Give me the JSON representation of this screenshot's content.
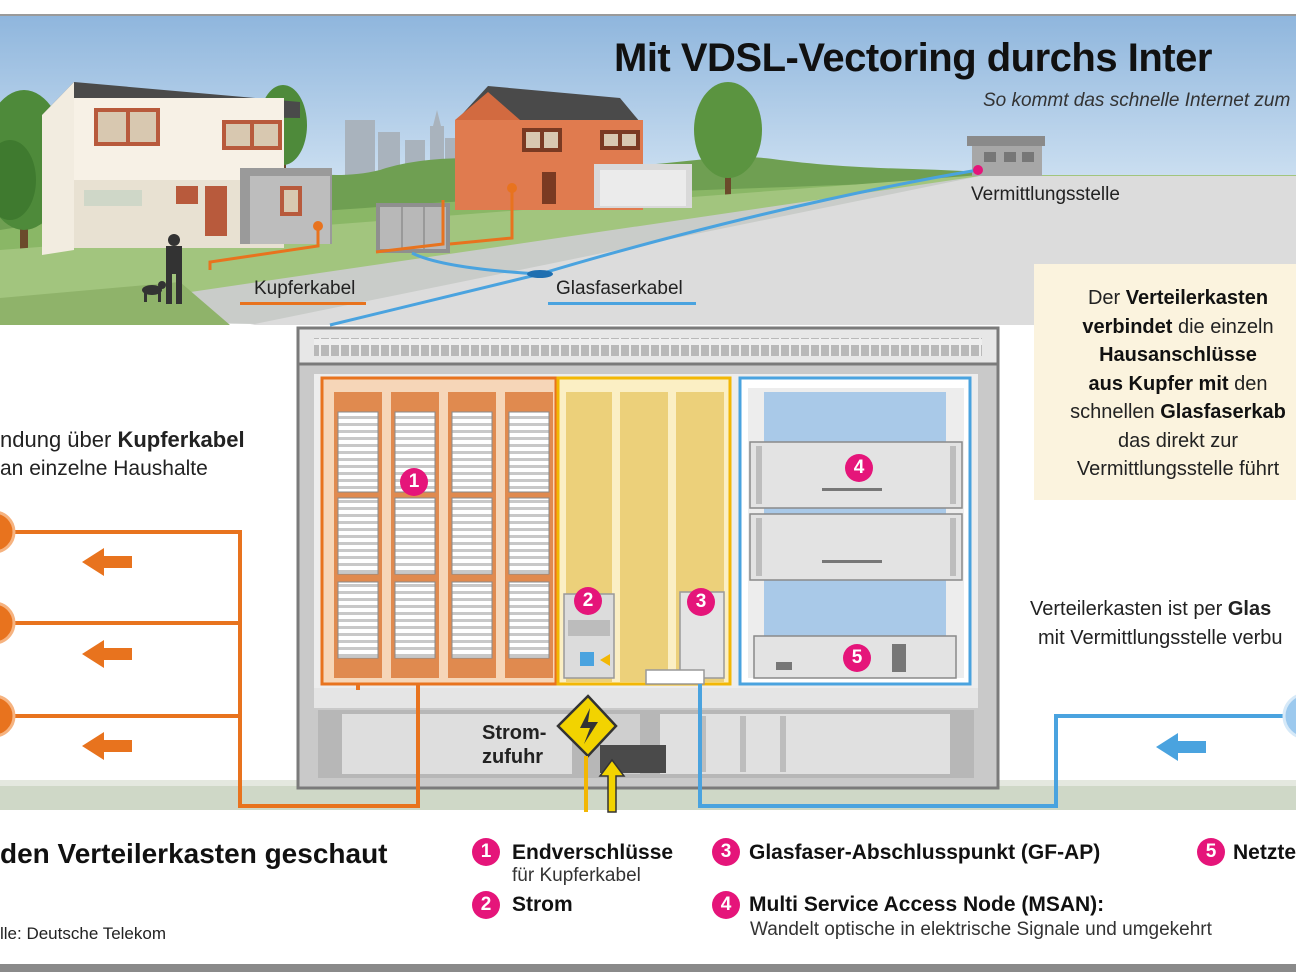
{
  "title": "Mit VDSL-Vectoring durchs Inter",
  "subtitle": "So kommt das schnelle Internet zum",
  "labels": {
    "vermittlungsstelle": "Vermittlungsstelle",
    "kupferkabel": "Kupferkabel",
    "glasfaserkabel": "Glasfaserkabel",
    "strom_1": "Strom-",
    "strom_2": "zufuhr"
  },
  "left_text": {
    "line1_a": "ndung über ",
    "line1_b": "Kupferkabel",
    "line2": "an einzelne Haushalte"
  },
  "right_box": {
    "l1_a": "Der ",
    "l1_b": "Verteilerkasten",
    "l2_a": "verbindet",
    "l2_b": " die einzeln",
    "l3": "Hausanschlüsse",
    "l4_a": "aus Kupfer mit",
    "l4_b": " den",
    "l5_a": "schnellen ",
    "l5_b": "Glasfaserkab",
    "l6": "das direkt zur",
    "l7": "Vermittlungsstelle führt"
  },
  "right_text": {
    "l1_a": "Verteilerkasten ist per ",
    "l1_b": "Glas",
    "l2": "mit Vermittlungsstelle verbu"
  },
  "badges": [
    "1",
    "2",
    "3",
    "4",
    "5"
  ],
  "legend": {
    "heading": "den Verteilerkasten geschaut",
    "item1_title": "Endverschlüsse",
    "item1_sub": "für Kupferkabel",
    "item2_title": "Strom",
    "item3_title": "Glasfaser-Abschlusspunkt (GF-AP)",
    "item4_title": "Multi Service Access Node (MSAN):",
    "item4_sub": "Wandelt optische in elektrische Signale und umgekehrt",
    "item5_title": "Netzte"
  },
  "source": "lle: Deutsche Telekom",
  "colors": {
    "orange": "#e8731e",
    "blue": "#4aa3df",
    "yellow": "#f0d27a",
    "magenta": "#e5157a",
    "sky": "#9cc0e2"
  }
}
